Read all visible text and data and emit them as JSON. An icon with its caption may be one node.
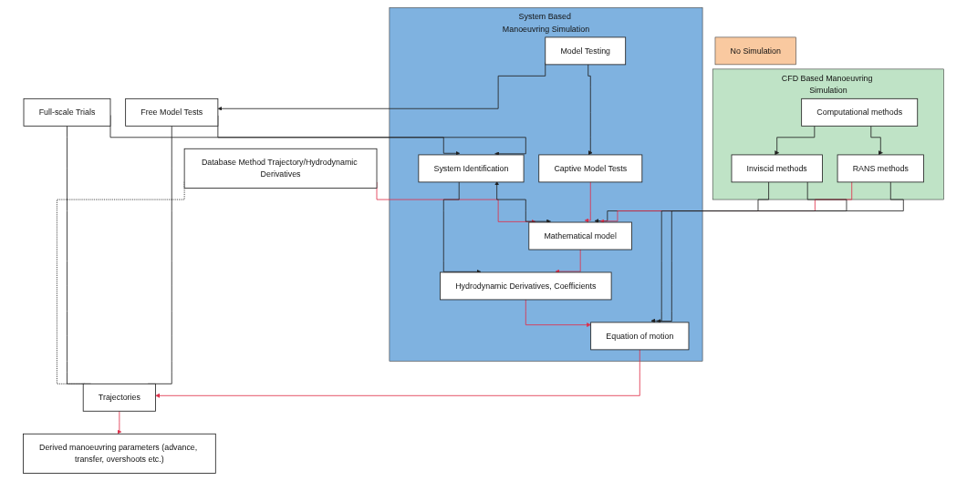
{
  "diagram": {
    "nodes": [
      {
        "text": [
          "No Simulation"
        ]
      },
      {
        "text": [
          "System Based Manoeuvring Simulation"
        ]
      },
      {
        "text": [
          "CFD Based Manoeuvring Simulation"
        ]
      },
      {
        "text": [
          "Database Method Trajectory/Hydrodynamic Derivatives"
        ]
      },
      {
        "text": [
          "Model Testing"
        ],
        "in": 1
      },
      {
        "text": [
          "Computational methods"
        ],
        "in": 2
      },
      {
        "text": [
          "Full-scale Trials"
        ]
      },
      {
        "text": [
          "Inviscid methods"
        ],
        "in": 2
      },
      {
        "text": [
          "RANS methods"
        ],
        "in": 2
      },
      {
        "text": [
          "Captive Model Tests"
        ],
        "in": 1
      },
      {
        "text": [
          "Free Model Tests"
        ]
      },
      {
        "text": [
          "System Identification"
        ],
        "in": 1
      },
      {
        "text": [
          "Mathematical model"
        ],
        "in": 1
      },
      {
        "text": [
          "Hydrodynamic Derivatives, Coefficients"
        ],
        "in": 1
      },
      {
        "text": [
          "Equation of motion"
        ],
        "in": 1
      },
      {
        "text": [
          "Trajectories"
        ]
      },
      {
        "text": [
          "Derived manoeuvring parameters (advance, transfer, overshoots etc.)"
        ]
      }
    ],
    "edges": [
      {
        "from": 3,
        "to": 12,
        "arrow": "to",
        "color": "#e0304a"
      },
      {
        "from": 4,
        "to": 10,
        "arrow": "to"
      },
      {
        "from": 4,
        "to": 9,
        "arrow": "to"
      },
      {
        "from": 5,
        "to": 7,
        "arrow": "to"
      },
      {
        "from": 5,
        "to": 8,
        "arrow": "to"
      },
      {
        "from": 6,
        "to": 11,
        "arrow": "to"
      },
      {
        "from": 10,
        "to": 11,
        "arrow": "to"
      },
      {
        "from": 11,
        "to": 12,
        "arrow": "both"
      },
      {
        "from": 9,
        "to": 12,
        "arrow": "to",
        "color": "#e0304a"
      },
      {
        "from": 7,
        "to": 12,
        "arrow": "to"
      },
      {
        "from": 8,
        "to": 12,
        "arrow": "to",
        "color": "#e0304a"
      },
      {
        "from": 11,
        "to": 13,
        "arrow": "to"
      },
      {
        "from": 12,
        "to": 13,
        "arrow": "to",
        "color": "#e0304a"
      },
      {
        "from": 13,
        "to": 14,
        "arrow": "to",
        "color": "#e0304a"
      },
      {
        "from": 7,
        "to": 14,
        "arrow": "to"
      },
      {
        "from": 8,
        "to": 14,
        "arrow": "to"
      },
      {
        "from": 3,
        "to": 15,
        "arrow": "none",
        "style": "dashed"
      },
      {
        "from": 6,
        "to": 15,
        "arrow": "none"
      },
      {
        "from": 10,
        "to": 15,
        "arrow": "none"
      },
      {
        "from": 14,
        "to": 15,
        "arrow": "to",
        "color": "#e0304a"
      },
      {
        "from": 15,
        "to": 16,
        "arrow": "to",
        "color": "#e0304a"
      }
    ]
  }
}
